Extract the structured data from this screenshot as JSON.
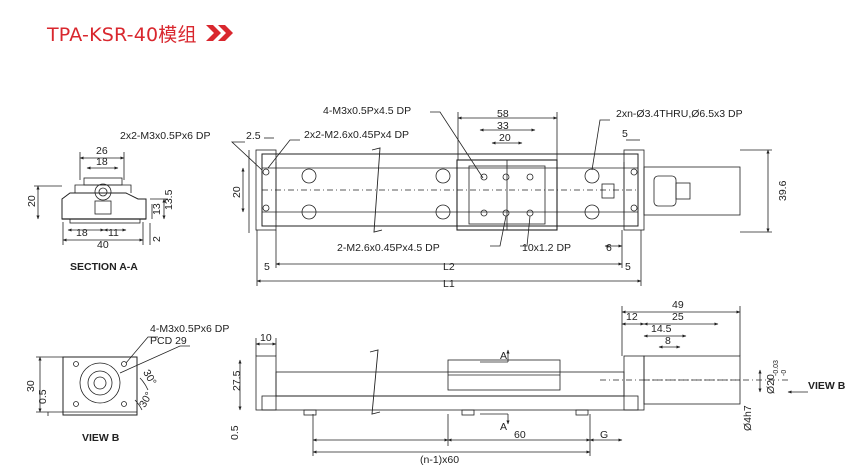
{
  "title": "TPA-KSR-40模组",
  "accent_color": "#d9272e",
  "icons": {
    "title_marker": "double-chevron-right-icon"
  },
  "section_view": {
    "caption": "SECTION A-A",
    "dims": {
      "top_width": "26",
      "inner_width": "18",
      "height_left": "20",
      "height_right": "13.5",
      "bottom_18": "18",
      "bottom_11": "11",
      "base_width": "40",
      "base_h": "2",
      "side_13": "13"
    }
  },
  "top_view": {
    "callouts": {
      "c1": "4-M3x0.5Px4.5 DP",
      "c2": "2x2-M3x0.5Px6 DP",
      "c3": "2x2-M2.6x0.45Px4 DP",
      "c4": "2xn-Ø3.4THRU,Ø6.5x3 DP",
      "c5": "2-M2.6x0.45Px4.5 DP",
      "c6": "10x1.2 DP"
    },
    "dims": {
      "d58": "58",
      "d33": "33",
      "d20": "20",
      "d2_5": "2.5",
      "d5_right": "5",
      "d20_left": "20",
      "d39_6": "39.6",
      "d5_left": "5",
      "l2": "L2",
      "d5_bottom": "5",
      "l1": "L1",
      "d6": "6"
    }
  },
  "end_view": {
    "caption": "VIEW B",
    "callouts": {
      "c1": "4-M3x0.5Px6 DP",
      "c2": "PCD 29"
    },
    "dims": {
      "d30": "30",
      "d0_5": "0.5",
      "angle1": "30°",
      "angle2": "30°"
    }
  },
  "side_view": {
    "dims": {
      "d10": "10",
      "d27_5": "27.5",
      "d0_5": "0.5",
      "d49": "49",
      "d12": "12",
      "d25": "25",
      "d14_5": "14.5",
      "d8": "8",
      "d60": "60",
      "g": "G",
      "pitch": "(n-1)x60",
      "phi20": "Ø20",
      "tol_top": "-0.03",
      "tol_bot": "-0",
      "phi4": "Ø4h7"
    },
    "section_marks": {
      "a_top": "A",
      "a_bottom": "A"
    },
    "view_label": "VIEW B"
  }
}
